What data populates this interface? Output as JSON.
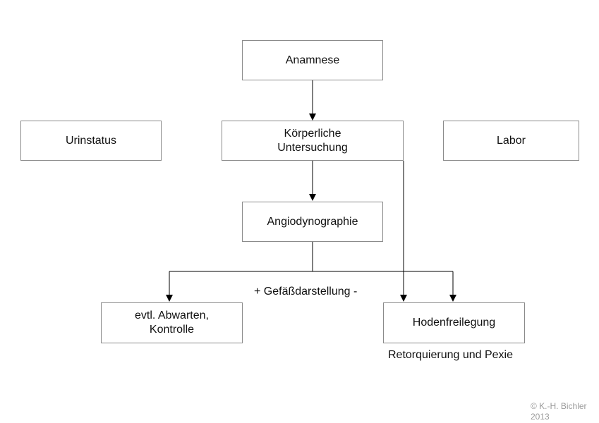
{
  "nodes": {
    "anamnese": "Anamnese",
    "urinstatus": "Urinstatus",
    "koerperliche_line1": "Körperliche",
    "koerperliche_line2": "Untersuchung",
    "labor": "Labor",
    "angiodynographie": "Angiodynographie",
    "abwarten_line1": "evtl. Abwarten,",
    "abwarten_line2": "Kontrolle",
    "hodenfreilegung": "Hodenfreilegung"
  },
  "labels": {
    "gefaess": "+ Gefäßdarstellung -",
    "retorquierung": "Retorquierung und Pexie"
  },
  "copyright": {
    "line1": "© K.-H. Bichler",
    "line2": "2013"
  },
  "colors": {
    "box_border": "#8a8a8a",
    "edge": "#000000",
    "text": "#111111",
    "copyright_text": "#9a9a9a"
  }
}
